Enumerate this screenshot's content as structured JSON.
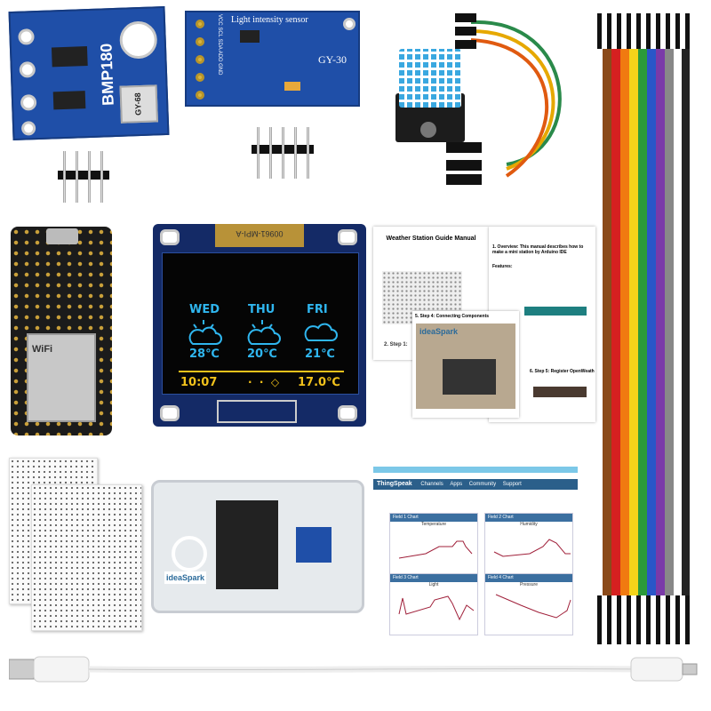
{
  "bmp180": {
    "label": "BMP180",
    "chip_text": "GY-68"
  },
  "gy30": {
    "title": "Light intensity sensor",
    "model": "GY-30",
    "pins": "VCC SCL SDA ADD GND"
  },
  "oled": {
    "fpc_text": "00961-MPI-A",
    "days": [
      {
        "day": "WED",
        "temp": "28℃",
        "icon": "sun-cloud-icon"
      },
      {
        "day": "THU",
        "temp": "20℃",
        "icon": "sun-cloud-icon"
      },
      {
        "day": "FRI",
        "temp": "21℃",
        "icon": "cloud-icon"
      }
    ],
    "time": "10:07",
    "indoor_temp": "17.0℃",
    "colors": {
      "top": "#2fb6ef",
      "bottom": "#f2c21b"
    }
  },
  "manual": {
    "title": "Weather Station Guide Manual",
    "overview": "1. Overview: This manual describes how to make a mini station by Arduino IDE",
    "features": "Features:",
    "step4": "5. Step 4: Connecting Components",
    "step2": "2. Step 1:",
    "step5": "6. Step 5: Register OpenWeath",
    "brand": "ideaSpark"
  },
  "box": {
    "brand": "ideaSpark"
  },
  "thingspeak": {
    "logo": "ThingSpeak",
    "nav": [
      "Channels",
      "Apps",
      "Community",
      "Support"
    ],
    "charts": [
      {
        "header": "Field 1 Chart",
        "title": "Temperature"
      },
      {
        "header": "Field 2 Chart",
        "title": "Humidity"
      },
      {
        "header": "Field 3 Chart",
        "title": "Light"
      },
      {
        "header": "Field 4 Chart",
        "title": "Pressure"
      }
    ]
  },
  "nodemcu": {
    "brand": "WiFi"
  }
}
